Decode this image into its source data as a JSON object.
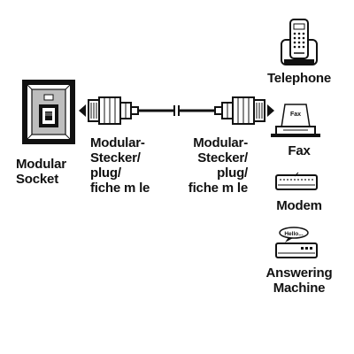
{
  "socket": {
    "label_lines": [
      "Modular",
      "Socket"
    ]
  },
  "plug_left": {
    "label_lines": [
      "Modular-",
      "Stecker/",
      "plug/",
      "fiche m le"
    ]
  },
  "plug_right": {
    "label_lines": [
      "Modular-",
      "Stecker/",
      "plug/",
      "fiche m le"
    ]
  },
  "devices": [
    {
      "name": "telephone",
      "label_lines": [
        "Telephone"
      ]
    },
    {
      "name": "fax",
      "label_lines": [
        "Fax"
      ],
      "paper_text": "Fax"
    },
    {
      "name": "modem",
      "label_lines": [
        "Modem"
      ]
    },
    {
      "name": "answering-machine",
      "label_lines": [
        "Answering",
        "Machine"
      ],
      "bubble_text": "Hello..."
    }
  ],
  "colors": {
    "ink": "#111111",
    "socket_face": "#bdbdbd",
    "paper": "#ffffff"
  },
  "icons": {
    "socket": "wall-socket-icon",
    "plug": "modular-plug-icon",
    "arrow": "triangle-arrow-icon"
  }
}
